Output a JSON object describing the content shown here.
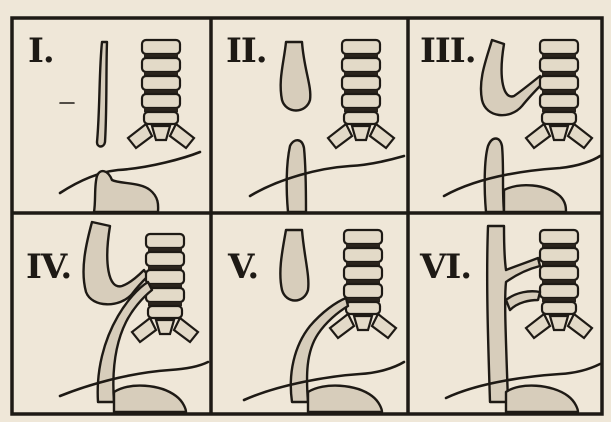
{
  "panels": [
    {
      "label": "I."
    },
    {
      "label": "II."
    },
    {
      "label": "III."
    },
    {
      "label": "IV."
    },
    {
      "label": "V."
    },
    {
      "label": "VI."
    }
  ]
}
